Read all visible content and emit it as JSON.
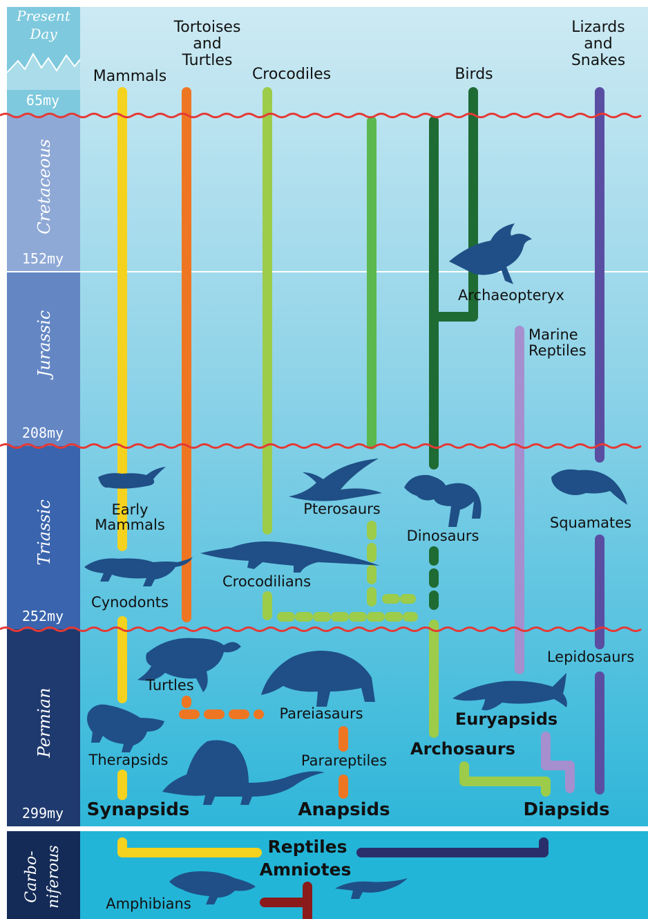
{
  "periods": [
    {
      "name": "Present Day",
      "age": "65my",
      "color": "#7ec9dd"
    },
    {
      "name": "Cretaceous",
      "age": "152my",
      "color": "#8fa9d6"
    },
    {
      "name": "Jurassic",
      "age": "208my",
      "color": "#6487c4"
    },
    {
      "name": "Triassic",
      "age": "252my",
      "color": "#3a64ad"
    },
    {
      "name": "Permian",
      "age": "299my",
      "color": "#1f3a6e"
    },
    {
      "name": "Carbo-\nniferous",
      "age": "",
      "color": "#142b57"
    }
  ],
  "labels": {
    "mammals": "Mammals",
    "tortoises": "Tortoises\nand\nTurtles",
    "crocodiles": "Crocodiles",
    "birds": "Birds",
    "lizards": "Lizards\nand\nSnakes",
    "archaeopteryx": "Archaeopteryx",
    "marine_reptiles": "Marine\nReptiles",
    "early_mammals": "Early\nMammals",
    "pterosaurs": "Pterosaurs",
    "dinosaurs": "Dinosaurs",
    "squamates": "Squamates",
    "cynodonts": "Cynodonts",
    "crocodilians": "Crocodilians",
    "turtles": "Turtles",
    "lepidosaurs": "Lepidosaurs",
    "pareiasaurs": "Pareiasaurs",
    "euryapsids": "Euryapsids",
    "archosaurs": "Archosaurs",
    "therapsids": "Therapsids",
    "parareptiles": "Parareptiles",
    "synapsids": "Synapsids",
    "anapsids": "Anapsids",
    "diapsids": "Diapsids",
    "reptiles": "Reptiles",
    "amniotes": "Amniotes",
    "amphibians": "Amphibians"
  },
  "colors": {
    "mammals": "#f5d21e",
    "turtles": "#ee7623",
    "crocodiles": "#9ccc49",
    "pterosaurs": "#5bb84e",
    "birds": "#1e6b34",
    "marine": "#a68fcf",
    "lizards": "#5a4ea3",
    "amniote_root": "#2a2f6b",
    "amphibian_root": "#8b1a1a",
    "extinction_line": "#e53935"
  }
}
